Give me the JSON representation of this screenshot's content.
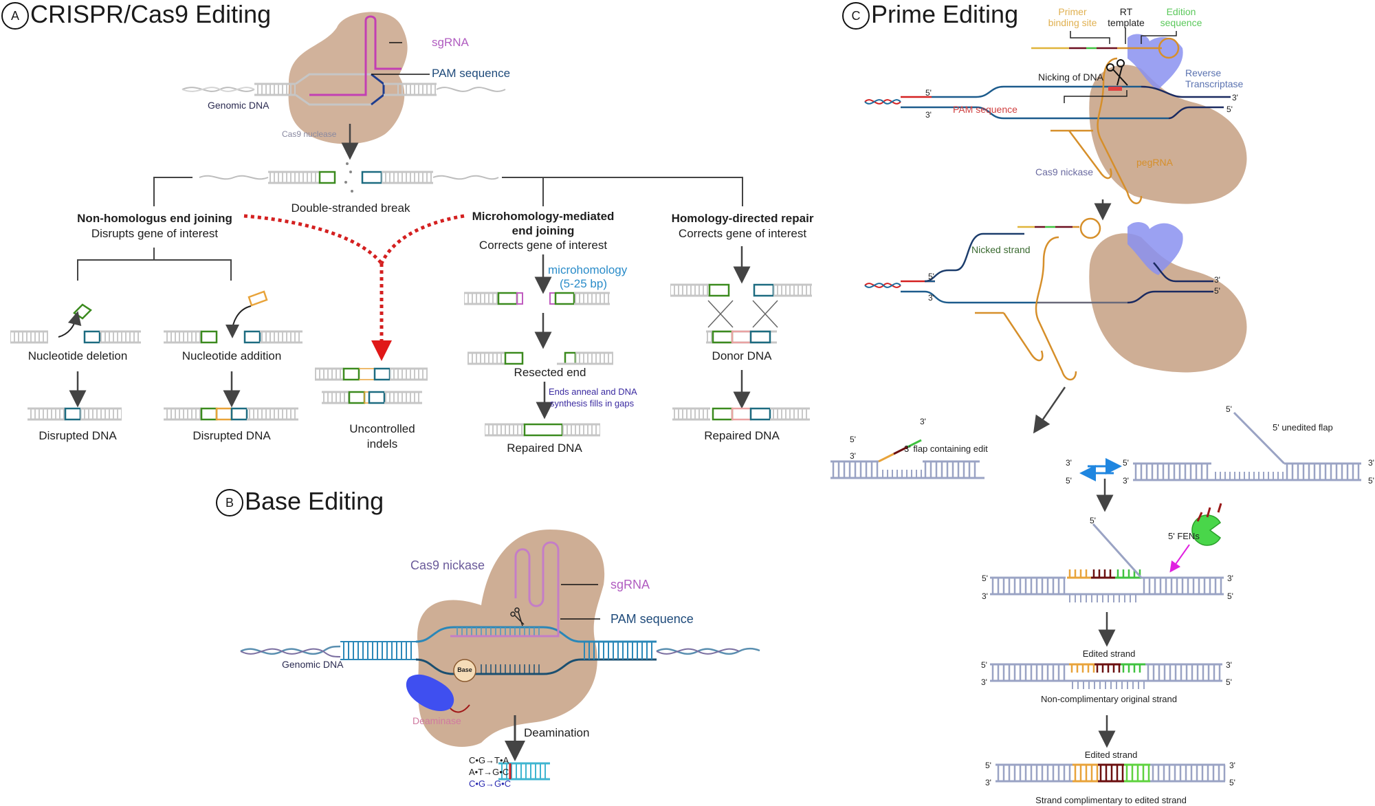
{
  "panel_a": {
    "badge": "A",
    "title": "CRISPR/Cas9 Editing",
    "labels": {
      "sgrna": "sgRNA",
      "pam": "PAM sequence",
      "genomic_dna": "Genomic DNA",
      "cas9": "Cas9 nuclease",
      "dsb": "Double-stranded break"
    },
    "nhej": {
      "title": "Non-homologus end joining",
      "subtitle": "Disrupts gene of interest",
      "deletion": "Nucleotide deletion",
      "addition": "Nucleotide addition",
      "result_deletion": "Disrupted DNA",
      "result_addition": "Disrupted DNA"
    },
    "indels": {
      "line1": "Uncontrolled",
      "line2": "indels"
    },
    "mmej": {
      "title_line1": "Microhomology-mediated",
      "title_line2": "end joining",
      "subtitle": "Corrects gene of interest",
      "micro_line1": "microhomology",
      "micro_line2": "(5-25 bp)",
      "resected": "Resected end",
      "anneal_line1": "Ends anneal and  DNA",
      "anneal_line2": "synthesis fills in gaps",
      "result": "Repaired DNA"
    },
    "hdr": {
      "title": "Homology-directed repair",
      "subtitle": "Corrects gene of interest",
      "donor": "Donor DNA",
      "result": "Repaired DNA"
    }
  },
  "panel_b": {
    "badge": "B",
    "title": "Base Editing",
    "labels": {
      "cas9": "Cas9 nickase",
      "sgrna": "sgRNA",
      "pam": "PAM sequence",
      "genomic_dna": "Genomic DNA",
      "base": "Base",
      "deaminase": "Deaminase",
      "deamination": "Deamination"
    },
    "conversions": [
      "C•G→T•A",
      "A•T→G•C",
      "C•G→G•C"
    ]
  },
  "panel_c": {
    "badge": "C",
    "title": "Prime Editing",
    "labels": {
      "pbs_line1": "Primer",
      "pbs_line2": "binding site",
      "rt_line1": "RT",
      "rt_line2": "template",
      "ed_line1": "Edition",
      "ed_line2": "sequence",
      "nicking": "Nicking of DNA",
      "rt_enzyme_line1": "Reverse",
      "rt_enzyme_line2": "Transcriptase",
      "pam": "PAM sequence",
      "cas9": "Cas9 nickase",
      "pegrna": "pegRNA",
      "nicked": "Nicked strand",
      "flap3": "3' flap containing edit",
      "flap5": "5' unedited flap",
      "fens": "5' FENs",
      "edited1": "Edited strand",
      "noncomp": "Non-complimentary original strand",
      "edited2": "Edited strand",
      "comp": "Strand complimentary to edited strand",
      "p5": "5'",
      "p3": "3'"
    }
  },
  "colors": {
    "protein": "#c9a58a",
    "sgrna": "#b05cc0",
    "pam_blue": "#1e3d8f",
    "dna_grey": "#c6c6c6",
    "green": "#3b8a1e",
    "teal": "#1c6b80",
    "orange": "#e8a33a",
    "pink_donor": "#e9a2a2",
    "red_dots": "#d42020",
    "micro_blue": "#2a8cc9",
    "anneal_indigo": "#3a2aa0",
    "prime_orange": "#d68f2a",
    "rt_blue": "#8a90f0",
    "dark_red": "#6b0f0f",
    "edit_green": "#3fc23f",
    "strand_grey": "#9aa3c4",
    "deaminase": "#3f4ff0"
  }
}
